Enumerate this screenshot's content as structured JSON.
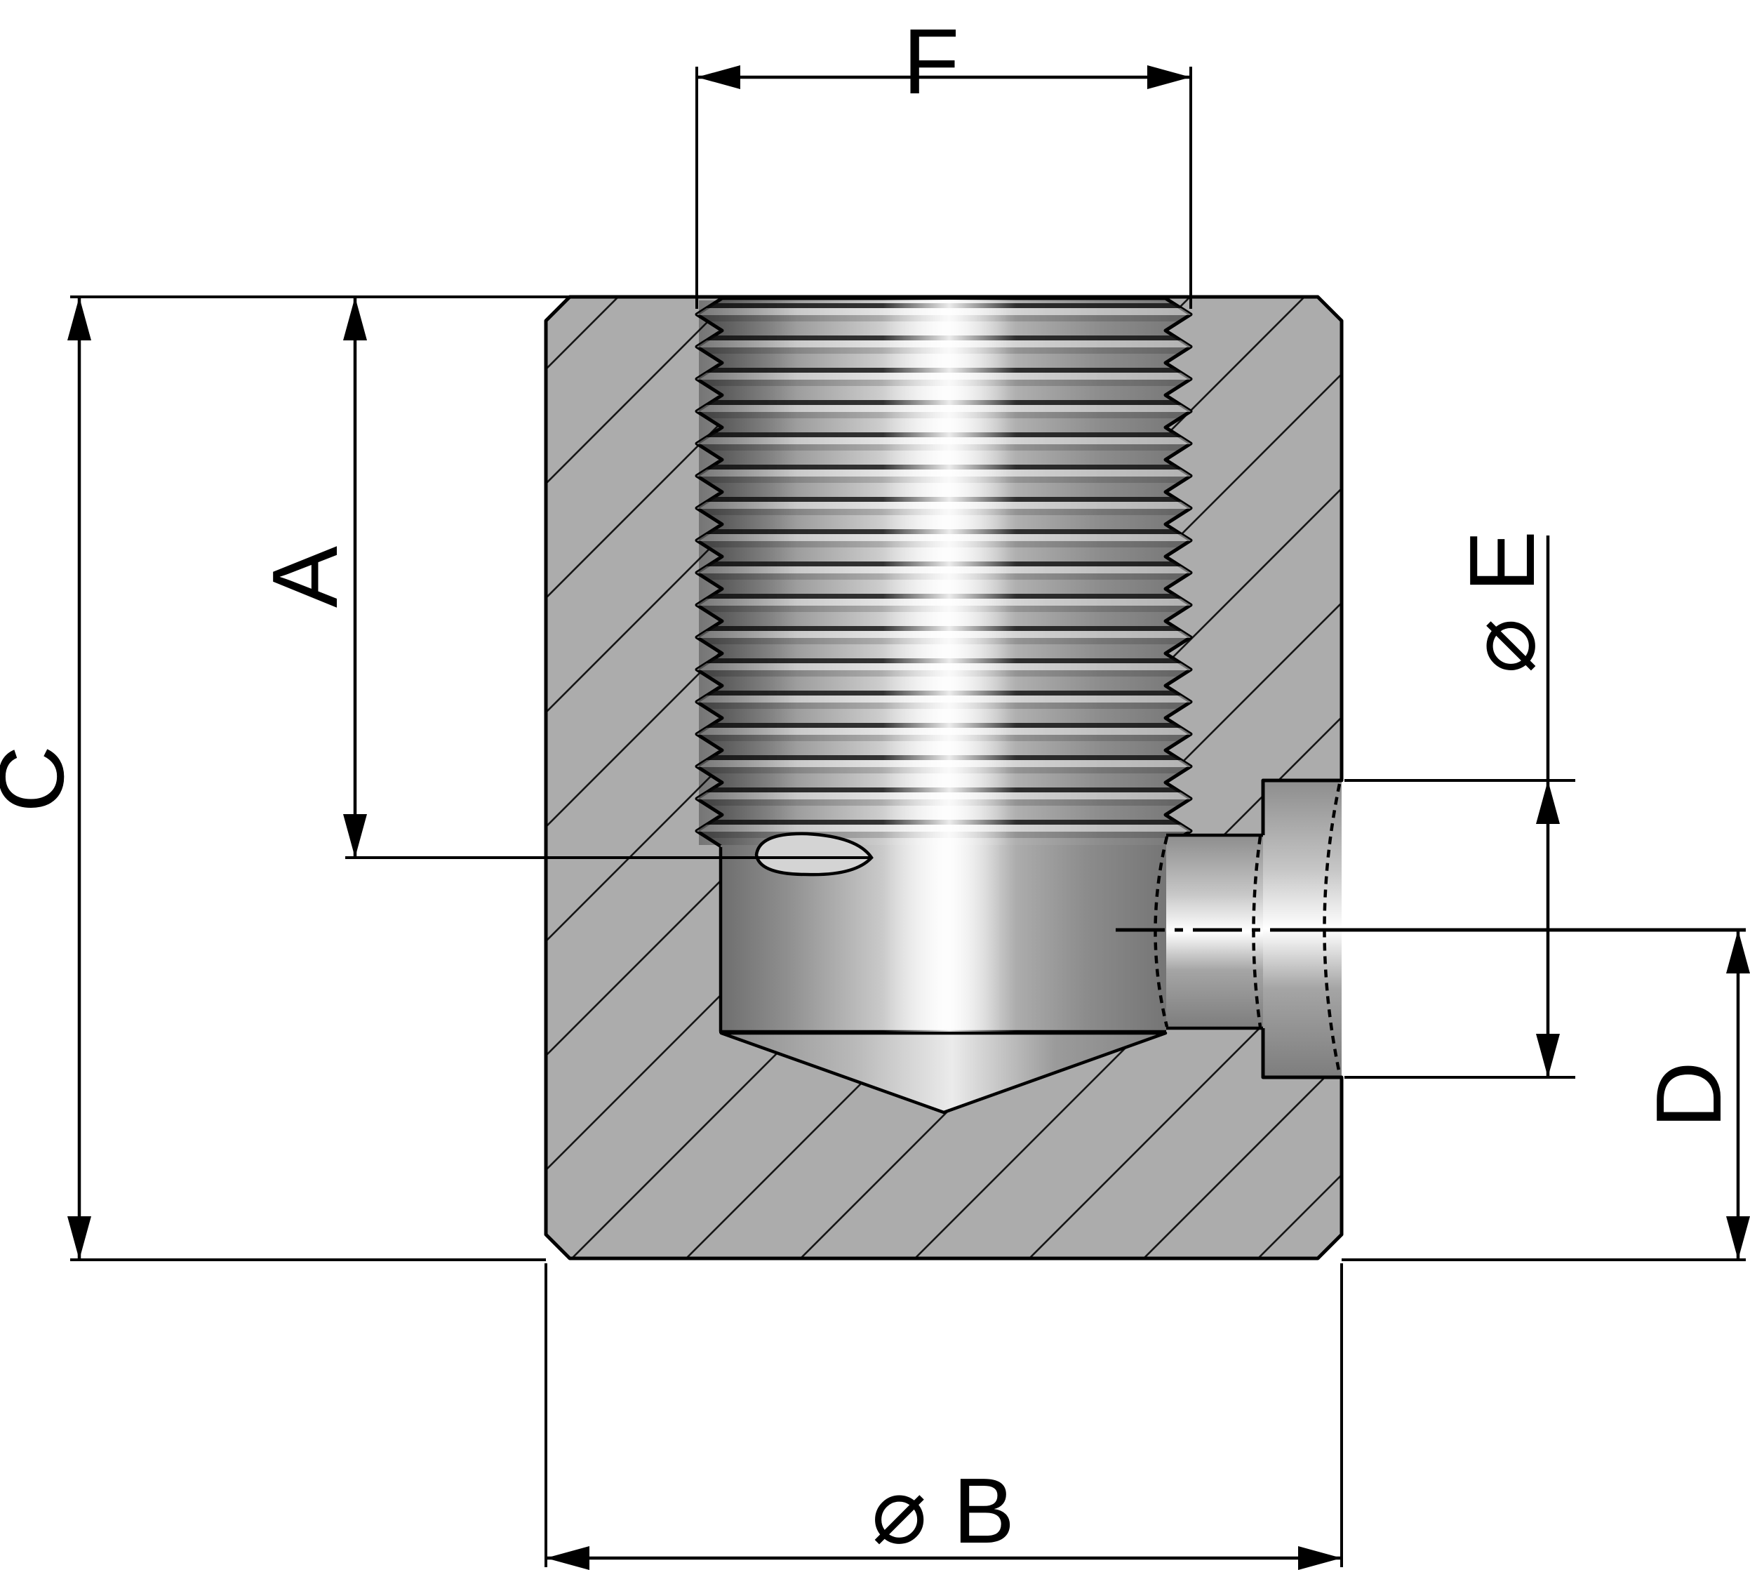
{
  "drawing": {
    "labels": {
      "f": "F",
      "a": "A",
      "c": "C",
      "d": "D",
      "dia_b": "⌀ B",
      "dia_e": "⌀ E"
    },
    "colors": {
      "background": "#ffffff",
      "body_gray": "#acacac",
      "outline_black": "#000000",
      "metal_highlight": "#ffffff"
    }
  }
}
